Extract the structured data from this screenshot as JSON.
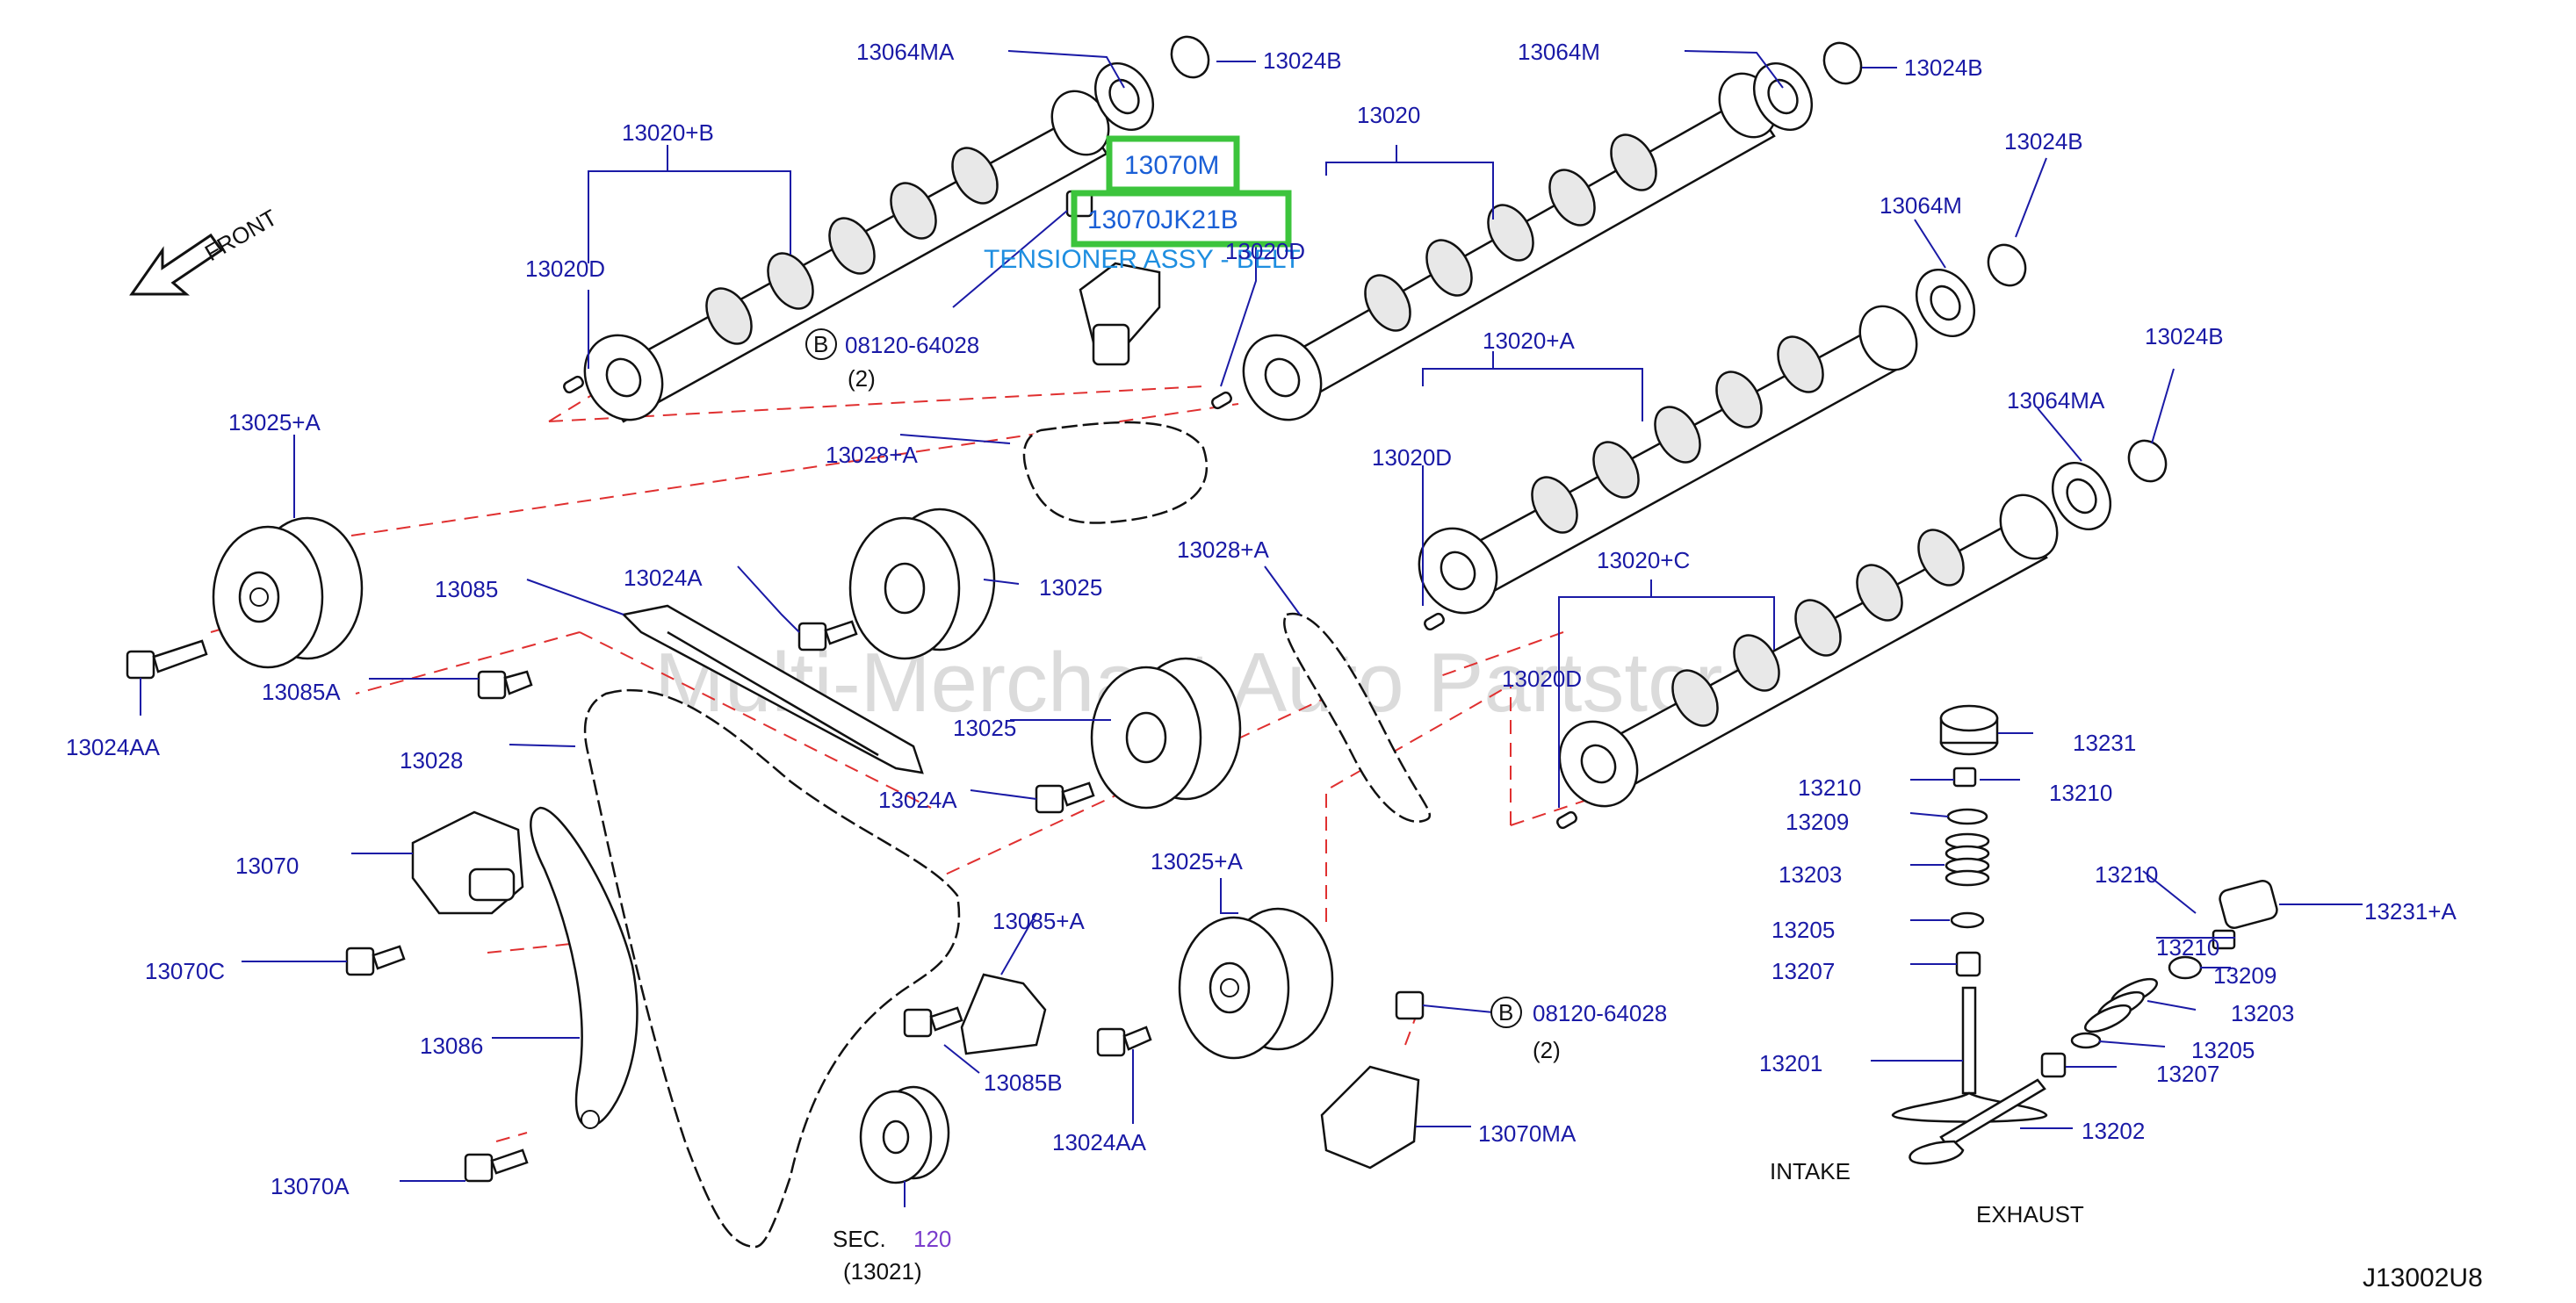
{
  "diagram_code": "J13002U8",
  "watermark": "Multi-Merchant Auto Partstore",
  "front_label": "FRONT",
  "bolt_symbol": "B",
  "highlight": {
    "part_a": "13070M",
    "part_b": "13070JK21B",
    "description": "TENSIONER ASSY - BELT"
  },
  "labels": {
    "l13064MA_a": "13064MA",
    "l13024B_a": "13024B",
    "l13064M_a": "13064M",
    "l13024B_b": "13024B",
    "l13020": "13020",
    "l13020B": "13020+B",
    "l13020D_a": "13020D",
    "l13020D_b": "13020D",
    "l13024B_c": "13024B",
    "l13064M_b": "13064M",
    "l08120_a": "08120-64028",
    "l2_a": "(2)",
    "l13020A": "13020+A",
    "l13024B_d": "13024B",
    "l13025A_a": "13025+A",
    "l13028A_a": "13028+A",
    "l13020D_c": "13020D",
    "l13064MA_b": "13064MA",
    "l13085": "13085",
    "l13024A_a": "13024A",
    "l13025_a": "13025",
    "l13028A_b": "13028+A",
    "l13020C": "13020+C",
    "l13085A": "13085A",
    "l13024AA_a": "13024AA",
    "l13020D_d": "13020D",
    "l13028": "13028",
    "l13025_b": "13025",
    "l13231": "13231",
    "l13024A_b": "13024A",
    "l13210_a": "13210",
    "l13210_b": "13210",
    "l13209_a": "13209",
    "l13070": "13070",
    "l13025A_b": "13025+A",
    "l13203_a": "13203",
    "l13210_c": "13210",
    "l13231A": "13231+A",
    "l13085A2": "13085+A",
    "l13205_a": "13205",
    "l13210_d": "13210",
    "l13070C": "13070C",
    "l13207_a": "13207",
    "l13209_b": "13209",
    "l08120_b": "08120-64028",
    "l13203_b": "13203",
    "l13086": "13086",
    "l2_b": "(2)",
    "l13205_b": "13205",
    "l13201": "13201",
    "l13207_b": "13207",
    "l13085B": "13085B",
    "l13024AA_b": "13024AA",
    "l13070MA": "13070MA",
    "l13202": "13202",
    "l13070A": "13070A",
    "intake": "INTAKE",
    "exhaust": "EXHAUST",
    "sec": "SEC.",
    "sec_num": "120",
    "l13021": "(13021)"
  }
}
